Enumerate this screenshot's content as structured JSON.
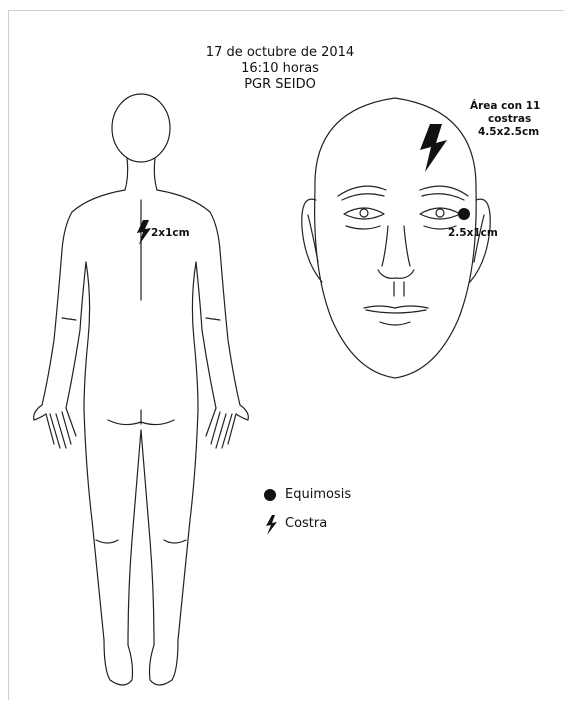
{
  "header": {
    "date": "17 de octubre de 2014",
    "time": "16:10 horas",
    "agency": "PGR SEIDO"
  },
  "annotations": {
    "face_area_line1": "Área con 11",
    "face_area_line2": "costras",
    "face_area_line3": "4.5x2.5cm",
    "eye_bruise": "2.5x1cm",
    "back_scab": "2x1cm"
  },
  "legend": {
    "items": [
      {
        "symbol": "dot",
        "label": "Equimosis"
      },
      {
        "symbol": "bolt",
        "label": "Costra"
      }
    ]
  },
  "colors": {
    "ink": "#111111",
    "frame": "#cfcfcf"
  }
}
